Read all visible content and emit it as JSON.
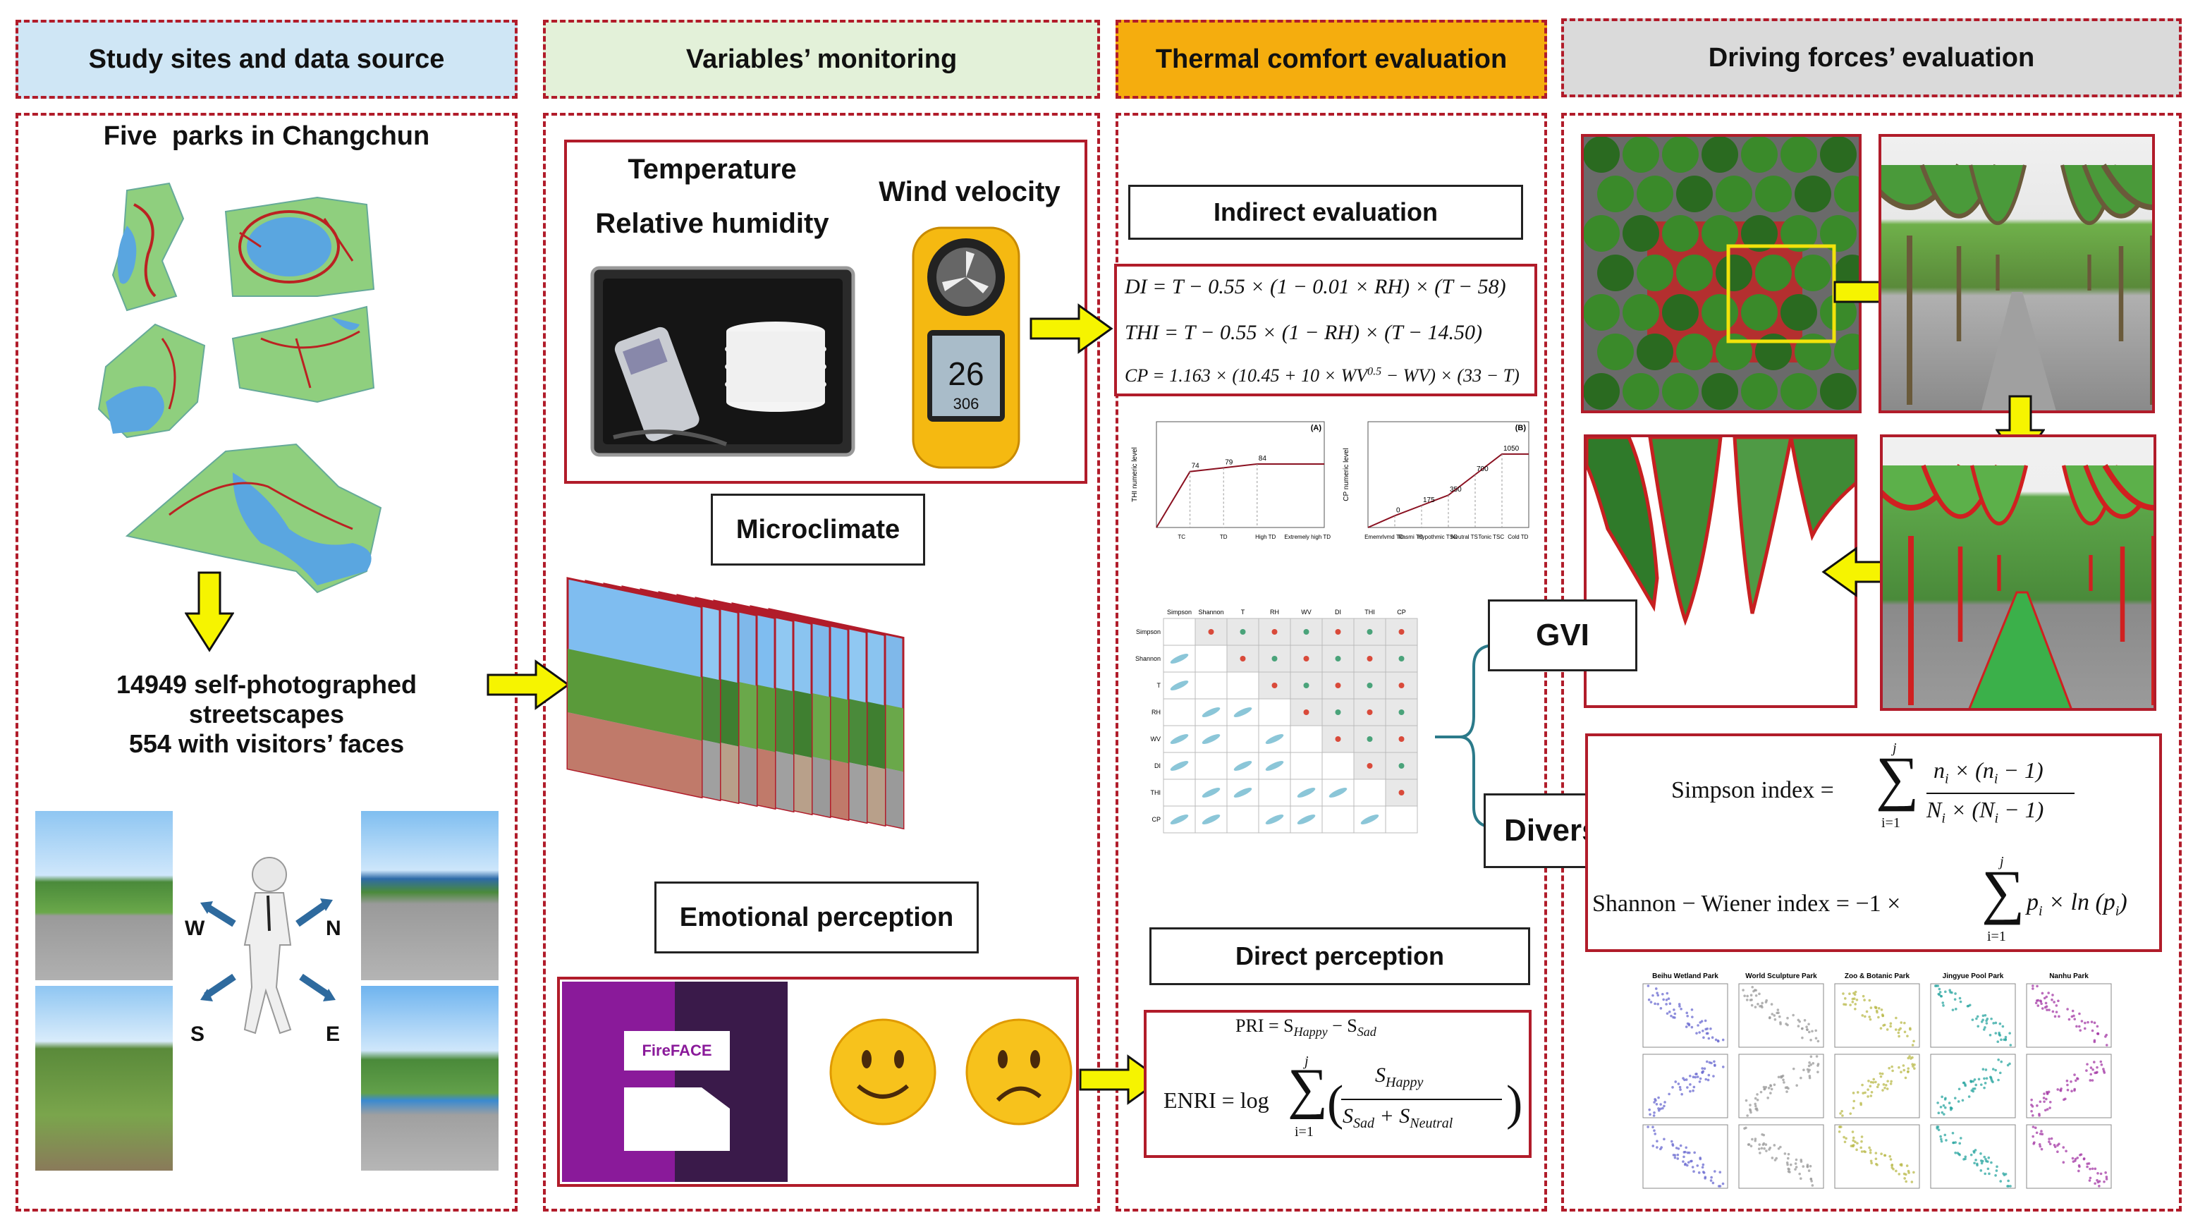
{
  "columns": {
    "study": {
      "title": "Study sites and data source",
      "color": "#cfe6f5"
    },
    "variables": {
      "title": "Variables’ monitoring",
      "color": "#e3f1d9"
    },
    "thermal": {
      "title": "Thermal comfort evaluation",
      "color": "#f5ad0e"
    },
    "driving": {
      "title": "Driving forces’ evaluation",
      "color": "#dadada"
    }
  },
  "study": {
    "parks_title": "Five  parks in Changchun",
    "photo_line1": "14949 self-photographed",
    "photo_line2": "streetscapes",
    "photo_line3": "554 with visitors’ faces",
    "compass": {
      "w": "W",
      "n": "N",
      "s": "S",
      "e": "E"
    }
  },
  "variables": {
    "temperature": "Temperature",
    "humidity": "Relative humidity",
    "wind": "Wind velocity",
    "device_reading_top": "26",
    "device_reading_bottom": "306",
    "microclimate": "Microclimate",
    "emotional": "Emotional perception",
    "fireface": "FireFACE"
  },
  "thermal": {
    "indirect": "Indirect evaluation",
    "direct": "Direct perception",
    "formula_di": "DI = T − 0.55 × (1 − 0.01 × RH) × (T − 58)",
    "formula_thi": "THI = T − 0.55 × (1 − RH) × (T − 14.50)",
    "formula_cp": "CP = 1.163 × (10.45 + 10 × WV",
    "formula_cp_exp": "0.5",
    "formula_cp_tail": " − WV) × (33 − T)",
    "pri_left": "PRI = S",
    "pri_happy": "Happy",
    "pri_mid": " − S",
    "pri_sad": "Sad",
    "enri_left": "ENRI = log",
    "enri_num": "S",
    "enri_num_sub": "Happy",
    "enri_den_a": "S",
    "enri_den_a_sub": "Sad",
    "enri_den_b": " + S",
    "enri_den_b_sub": "Neutral",
    "sum_top": "j",
    "sum_bottom": "i=1",
    "chart_a_label": "(A)",
    "chart_b_label": "(B)",
    "chart_a_ylabel": "THI numeric level",
    "chart_b_ylabel": "CP numeric level",
    "chart_a_x": [
      "TC",
      "TD",
      "High TD",
      "Extremely high TD"
    ],
    "chart_b_x": [
      "Ememrlvmd TD",
      "Rasmi TD",
      "Hypothmic TSC",
      "Neutral TS",
      "Tonic TSC",
      "Cold TD"
    ],
    "matrix_labels": [
      "Simpson",
      "Shannon",
      "T",
      "RH",
      "WV",
      "DI",
      "THI",
      "CP"
    ]
  },
  "driving": {
    "gvi": "GVI",
    "diversity": "Diversity",
    "simpson_label": "Simpson index =",
    "simpson_num": "n",
    "simpson_num_b": " × (n",
    "simpson_num_c": " − 1)",
    "simpson_den": "N",
    "simpson_den_b": " × (N",
    "simpson_den_c": " − 1)",
    "shannon_label": "Shannon − Wiener index = −1 ×",
    "shannon_tail": "p",
    "shannon_tail_b": " × ln (p",
    "shannon_tail_c": ")",
    "scatter_parks": [
      "Beihu Wetland Park",
      "World Sculpture Park",
      "Zoo & Botanic Park",
      "Jingyue Pool Park",
      "Nanhu Park"
    ],
    "scatter_colors": [
      "#6a6ad0",
      "#9a9a9a",
      "#b9b94a",
      "#2aa6a0",
      "#a43aa6"
    ]
  },
  "chart_data": [
    {
      "type": "line",
      "title": "(A)",
      "ylabel": "THI numeric level",
      "categories": [
        "TC",
        "TD",
        "High TD",
        "Extremely high TD"
      ],
      "x": [
        0,
        1,
        2,
        3,
        5
      ],
      "values": [
        0,
        74,
        79,
        84,
        84
      ],
      "ylim": [
        0,
        140
      ],
      "data_labels": [
        "74",
        "79",
        "84"
      ]
    },
    {
      "type": "line",
      "title": "(B)",
      "ylabel": "CP numeric level",
      "categories": [
        "Ememrlvmd TD",
        "Rasmi TD",
        "Hypothmic TSC",
        "Neutral TS",
        "Tonic TSC",
        "Cold TD"
      ],
      "x": [
        0,
        1,
        2,
        3,
        4,
        5,
        6
      ],
      "values": [
        -200,
        0,
        175,
        350,
        700,
        1050,
        1050
      ],
      "ylim": [
        -200,
        1600
      ],
      "data_labels": [
        "0",
        "175",
        "350",
        "700",
        "1050"
      ]
    }
  ]
}
